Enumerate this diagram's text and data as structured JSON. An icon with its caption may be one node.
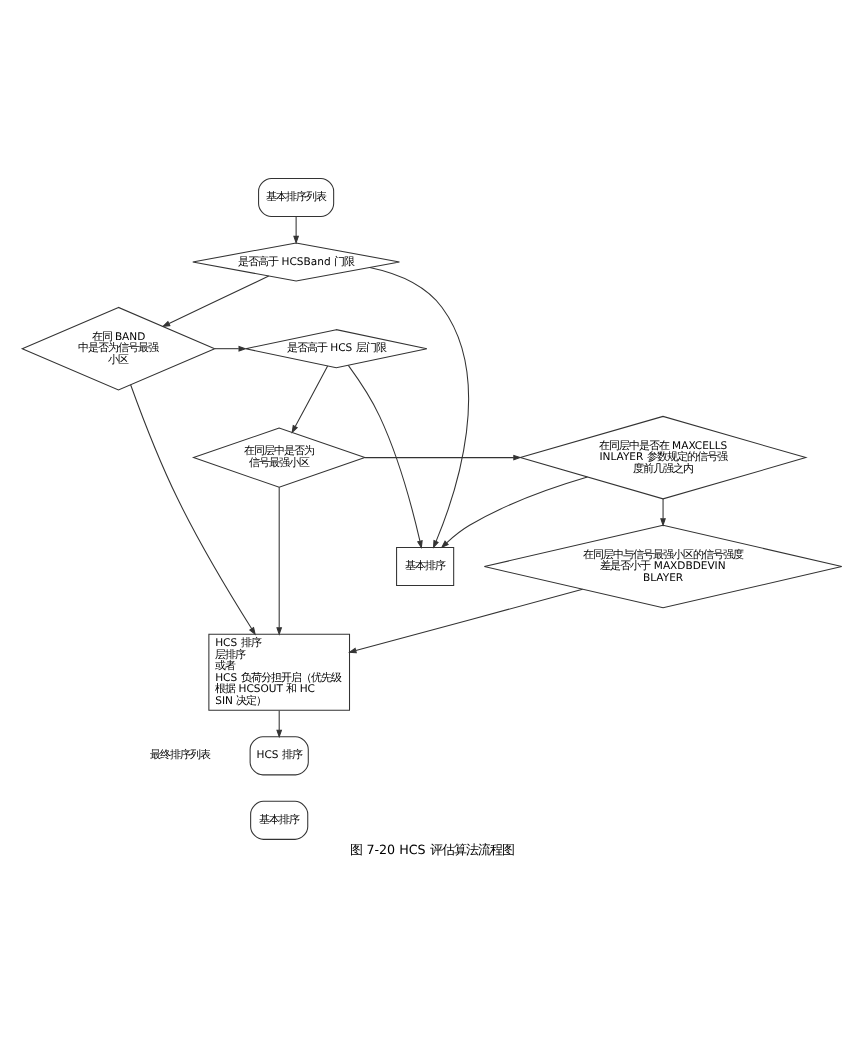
{
  "diagram": {
    "caption": "图 7-20 HCS 评估算法流程图",
    "nodes": [
      {
        "text": [
          "基本排序列表"
        ]
      },
      {
        "text": [
          "是否高于 HCSBand 门限"
        ]
      },
      {
        "text": [
          "在同 BAND 中是否为信号最强小区"
        ]
      },
      {
        "text": [
          "是否高于 HCS 层门限"
        ]
      },
      {
        "text": [
          "在同层中是否为信号最强小区"
        ]
      },
      {
        "text": [
          "在同层中是否在 MAXCELLSINLAYER 参数规定的信号强度前几强之内"
        ]
      },
      {
        "text": [
          "在同层中与信号最强小区的信号强度差是否小于 MAXDBDEVINBLAYER"
        ]
      },
      {
        "text": [
          "HCS 排序",
          "层排序",
          "或者",
          "HCS 负荷分担开启（优先级根据 HCSOUT 和 HCSIN 决定）"
        ]
      },
      {
        "text": [
          "基本排序"
        ]
      },
      {
        "text": [
          "HCS 排序"
        ]
      },
      {
        "text": [
          "基本排序"
        ]
      }
    ],
    "edges": [
      {
        "from": 0,
        "to": 1,
        "arrow": "to"
      },
      {
        "from": 1,
        "to": 2,
        "arrow": "to"
      },
      {
        "from": 1,
        "to": 8,
        "arrow": "to"
      },
      {
        "from": 2,
        "to": 3,
        "arrow": "to"
      },
      {
        "from": 2,
        "to": 7,
        "arrow": "to"
      },
      {
        "from": 3,
        "to": 4,
        "arrow": "to"
      },
      {
        "from": 3,
        "to": 8,
        "arrow": "to"
      },
      {
        "from": 4,
        "to": 5,
        "arrow": "to"
      },
      {
        "from": 4,
        "to": 7,
        "arrow": "to"
      },
      {
        "from": 5,
        "to": 6,
        "arrow": "to"
      },
      {
        "from": 5,
        "to": 8,
        "arrow": "to"
      },
      {
        "from": 6,
        "to": 7,
        "arrow": "to"
      },
      {
        "from": 7,
        "to": 9,
        "arrow": "to"
      }
    ],
    "labels": [
      "最终排序列表"
    ]
  }
}
